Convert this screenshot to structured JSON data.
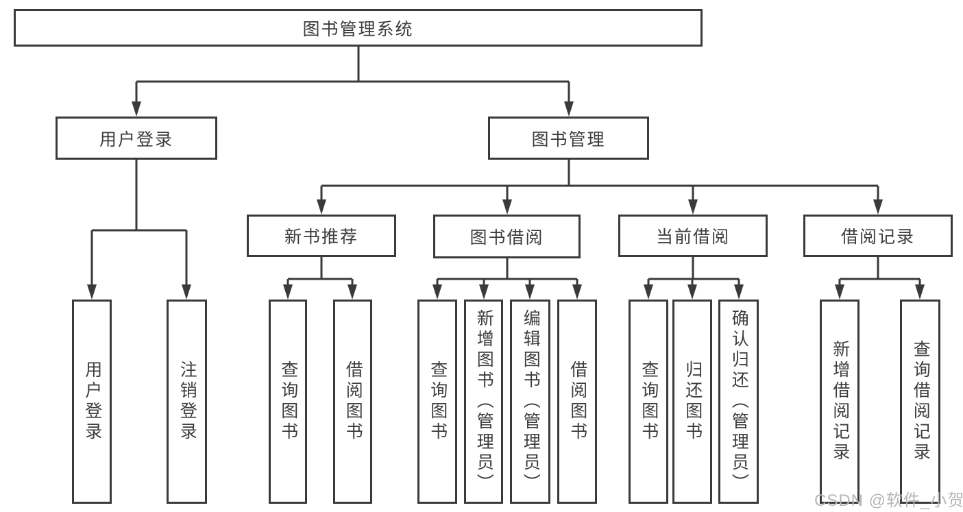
{
  "nodes": {
    "root": {
      "label": "图书管理系统"
    },
    "user_login": {
      "label": "用户登录"
    },
    "book_mgmt": {
      "label": "图书管理"
    },
    "new_book_rec": {
      "label": "新书推荐"
    },
    "book_borrow": {
      "label": "图书借阅"
    },
    "current_borrow": {
      "label": "当前借阅"
    },
    "borrow_records": {
      "label": "借阅记录"
    },
    "leaf_user_login": {
      "label": "用户登录"
    },
    "leaf_logout": {
      "label": "注销登录"
    },
    "leaf_rec_search": {
      "label": "查询图书"
    },
    "leaf_rec_borrow": {
      "label": "借阅图书"
    },
    "leaf_bb_search": {
      "label": "查询图书"
    },
    "leaf_bb_add": {
      "label": "新增图书（管理员）"
    },
    "leaf_bb_edit": {
      "label": "编辑图书（管理员）"
    },
    "leaf_bb_borrow": {
      "label": "借阅图书"
    },
    "leaf_cb_search": {
      "label": "查询图书"
    },
    "leaf_cb_return": {
      "label": "归还图书"
    },
    "leaf_cb_confirm": {
      "label": "确认归还（管理员）"
    },
    "leaf_br_add": {
      "label": "新增借阅记录"
    },
    "leaf_br_search": {
      "label": "查询借阅记录"
    }
  },
  "hierarchy": {
    "root": "图书管理系统",
    "children": [
      {
        "label": "用户登录",
        "children": [
          "用户登录",
          "注销登录"
        ]
      },
      {
        "label": "图书管理",
        "children": [
          {
            "label": "新书推荐",
            "children": [
              "查询图书",
              "借阅图书"
            ]
          },
          {
            "label": "图书借阅",
            "children": [
              "查询图书",
              "新增图书（管理员）",
              "编辑图书（管理员）",
              "借阅图书"
            ]
          },
          {
            "label": "当前借阅",
            "children": [
              "查询图书",
              "归还图书",
              "确认归还（管理员）"
            ]
          },
          {
            "label": "借阅记录",
            "children": [
              "新增借阅记录",
              "查询借阅记录"
            ]
          }
        ]
      }
    ]
  },
  "watermark": {
    "text": "CSDN @软件_小贺同学"
  },
  "colors": {
    "line": "#3a3a3a",
    "text": "#3d3d40",
    "watermark": "#b6b6b6",
    "background": "#ffffff"
  }
}
